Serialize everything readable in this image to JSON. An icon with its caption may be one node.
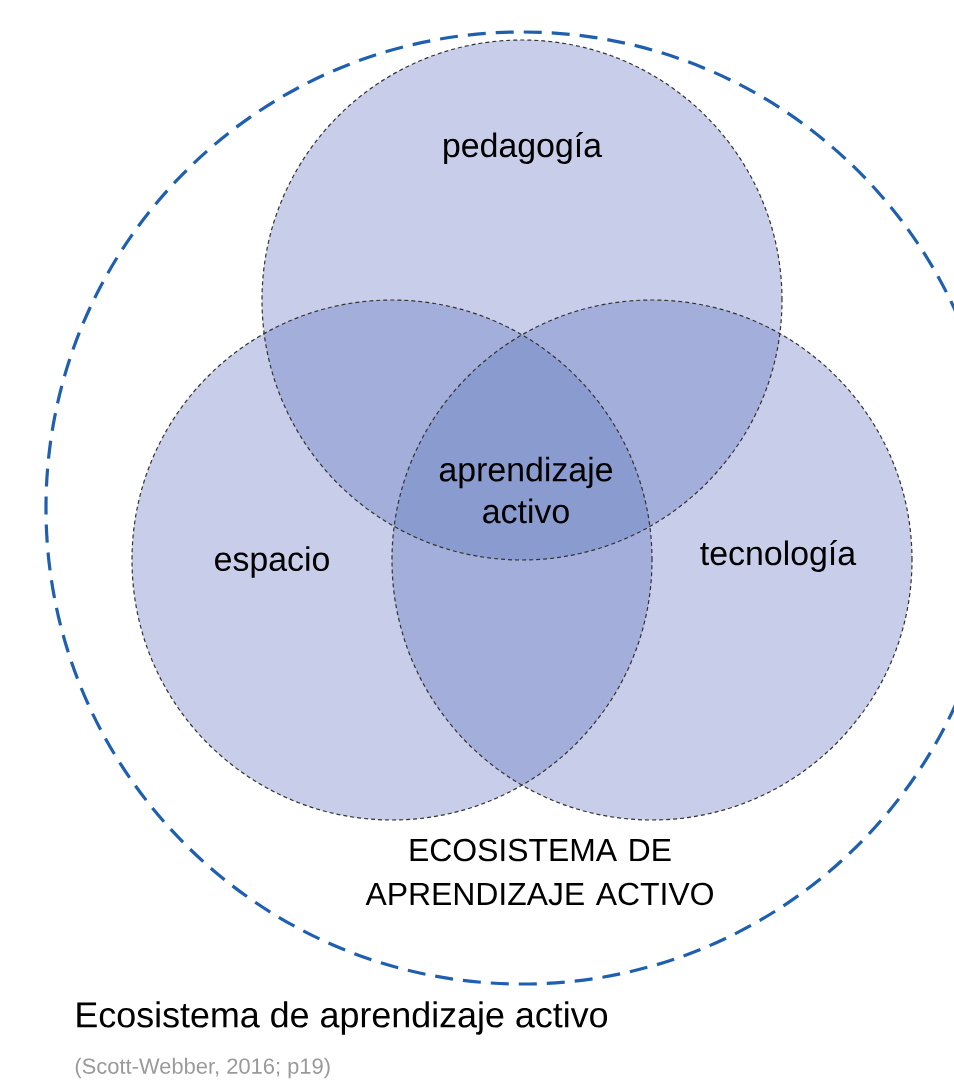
{
  "diagram": {
    "caption": "Ecosistema de aprendizaje activo",
    "nodes": [
      {
        "text": [
          "ECOSISTEMA DE APRENDIZAJE ACTIVO"
        ]
      },
      {
        "text": [
          "pedagogía"
        ],
        "in": 0
      },
      {
        "text": [
          "espacio"
        ],
        "in": 0
      },
      {
        "text": [
          "tecnología"
        ],
        "in": 0
      }
    ],
    "labels": [
      "aprendizaje activo",
      "(Scott-Webber, 2016; p19)"
    ]
  }
}
